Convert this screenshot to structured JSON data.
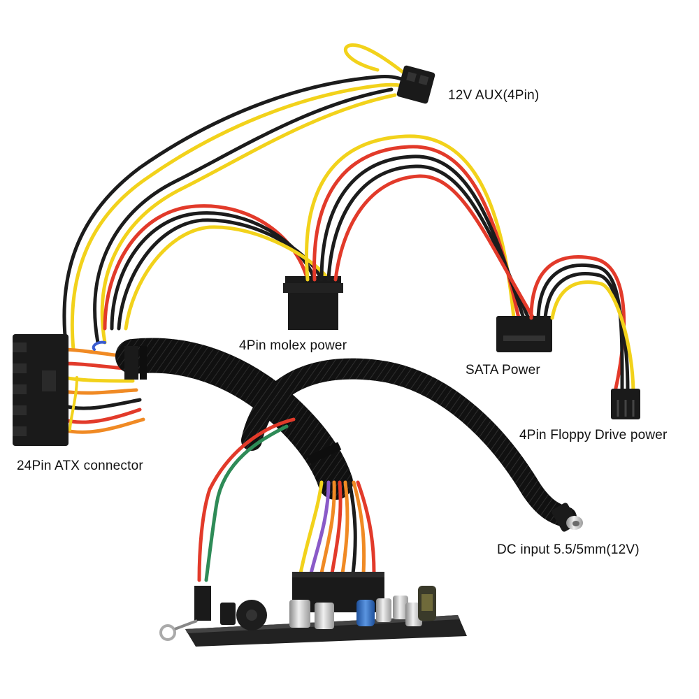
{
  "labels": {
    "aux": "12V AUX(4Pin)",
    "molex": "4Pin molex power",
    "sata": "SATA Power",
    "floppy": "4Pin Floppy Drive power",
    "atx": "24Pin ATX connector",
    "dc": "DC input 5.5/5mm(12V)"
  },
  "colors": {
    "background": "#ffffff",
    "yellow": "#f2d21b",
    "red": "#e23a2a",
    "black_wire": "#1c1c1c",
    "orange": "#f08a24",
    "purple": "#8a5ac8",
    "green": "#2e8b57",
    "sleeve": "#151515",
    "connector": "#1a1a1a",
    "pcb": "#222222"
  }
}
